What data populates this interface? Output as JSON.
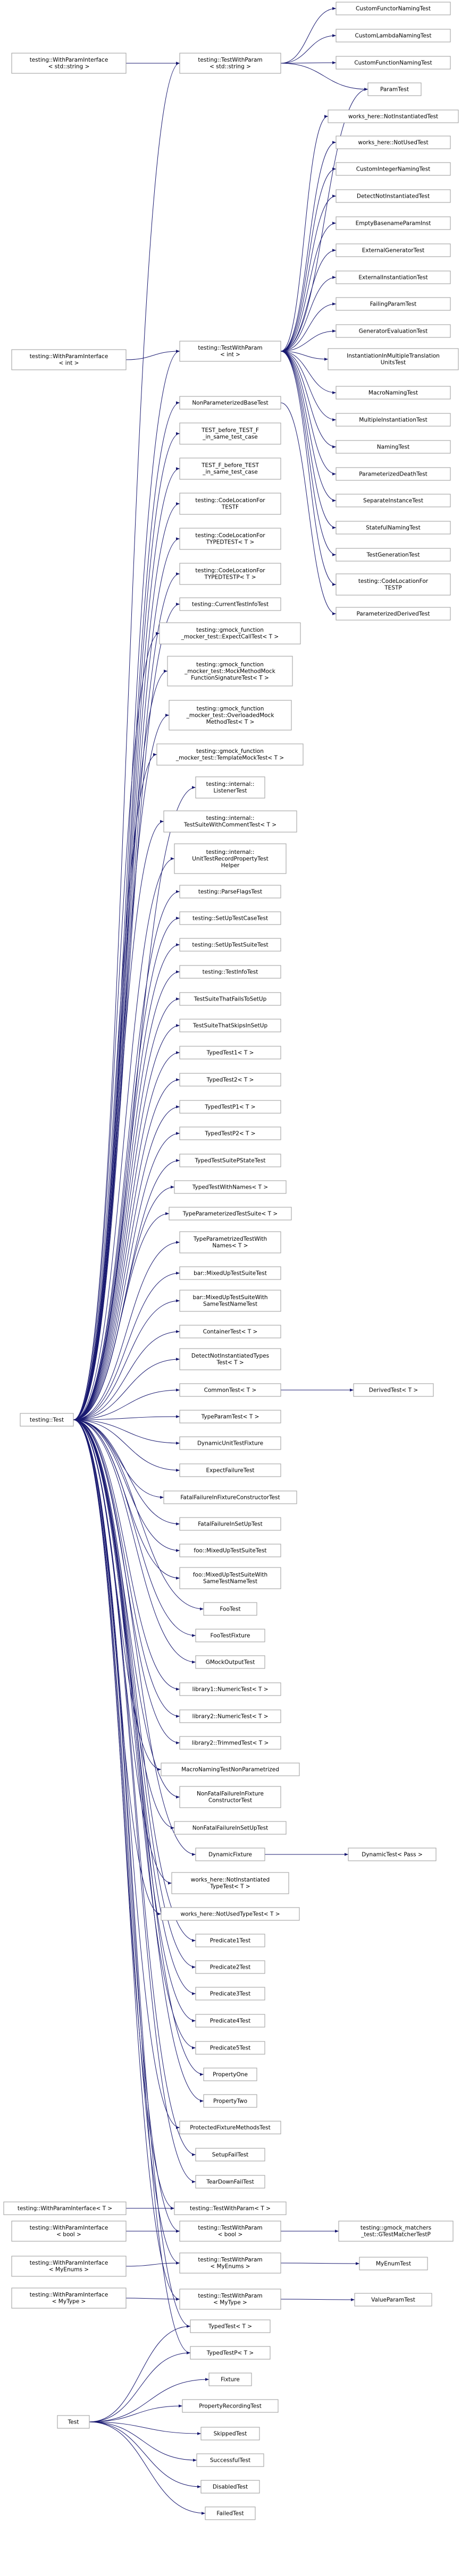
{
  "diagram": {
    "colors": {
      "edge": "#191970",
      "node_border": "#9a9a9a",
      "node_fill": "#ffffff",
      "text": "#000000"
    },
    "nodes": [
      {
        "id": "n0",
        "lines": [
          "testing::WithParamInterface",
          "< std::string >"
        ]
      },
      {
        "id": "n1",
        "lines": [
          "testing::TestWithParam",
          "< std::string >"
        ]
      },
      {
        "id": "n2",
        "lines": [
          "CustomFunctorNamingTest"
        ]
      },
      {
        "id": "n3",
        "lines": [
          "CustomLambdaNamingTest"
        ]
      },
      {
        "id": "n4",
        "lines": [
          "CustomFunctionNamingTest"
        ]
      },
      {
        "id": "n5",
        "lines": [
          "ParamTest"
        ]
      },
      {
        "id": "n6",
        "lines": [
          "works_here::NotInstantiatedTest"
        ]
      },
      {
        "id": "n7",
        "lines": [
          "works_here::NotUsedTest"
        ]
      },
      {
        "id": "n8",
        "lines": [
          "CustomIntegerNamingTest"
        ]
      },
      {
        "id": "n9",
        "lines": [
          "DetectNotInstantiatedTest"
        ]
      },
      {
        "id": "n10",
        "lines": [
          "EmptyBasenameParamInst"
        ]
      },
      {
        "id": "n11",
        "lines": [
          "ExternalGeneratorTest"
        ]
      },
      {
        "id": "n12",
        "lines": [
          "ExternalInstantiationTest"
        ]
      },
      {
        "id": "n13",
        "lines": [
          "FailingParamTest"
        ]
      },
      {
        "id": "n14",
        "lines": [
          "GeneratorEvaluationTest"
        ]
      },
      {
        "id": "n15",
        "lines": [
          "InstantiationInMultipleTranslation",
          "UnitsTest"
        ]
      },
      {
        "id": "n16",
        "lines": [
          "MacroNamingTest"
        ]
      },
      {
        "id": "n17",
        "lines": [
          "MultipleInstantiationTest"
        ]
      },
      {
        "id": "n18",
        "lines": [
          "NamingTest"
        ]
      },
      {
        "id": "n19",
        "lines": [
          "ParameterizedDeathTest"
        ]
      },
      {
        "id": "n20",
        "lines": [
          "SeparateInstanceTest"
        ]
      },
      {
        "id": "n21",
        "lines": [
          "StatefulNamingTest"
        ]
      },
      {
        "id": "n22",
        "lines": [
          "TestGenerationTest"
        ]
      },
      {
        "id": "n23",
        "lines": [
          "testing::CodeLocationFor",
          "TESTP"
        ]
      },
      {
        "id": "n24",
        "lines": [
          "ParameterizedDerivedTest"
        ]
      },
      {
        "id": "n25",
        "lines": [
          "testing::WithParamInterface",
          "< int >"
        ]
      },
      {
        "id": "n26",
        "lines": [
          "testing::TestWithParam",
          "< int >"
        ]
      },
      {
        "id": "n27",
        "lines": [
          "NonParameterizedBaseTest"
        ]
      },
      {
        "id": "n28",
        "lines": [
          "TEST_before_TEST_F",
          "_in_same_test_case"
        ]
      },
      {
        "id": "n29",
        "lines": [
          "TEST_F_before_TEST",
          "_in_same_test_case"
        ]
      },
      {
        "id": "n30",
        "lines": [
          "testing::CodeLocationFor",
          "TESTF"
        ]
      },
      {
        "id": "n31",
        "lines": [
          "testing::CodeLocationFor",
          "TYPEDTEST< T >"
        ]
      },
      {
        "id": "n32",
        "lines": [
          "testing::CodeLocationFor",
          "TYPEDTESTP< T >"
        ]
      },
      {
        "id": "n33",
        "lines": [
          "testing::CurrentTestInfoTest"
        ]
      },
      {
        "id": "n34",
        "lines": [
          "testing::gmock_function",
          "_mocker_test::ExpectCallTest< T >"
        ]
      },
      {
        "id": "n35",
        "lines": [
          "testing::gmock_function",
          "_mocker_test::MockMethodMock",
          "FunctionSignatureTest< T >"
        ]
      },
      {
        "id": "n36",
        "lines": [
          "testing::gmock_function",
          "_mocker_test::OverloadedMock",
          "MethodTest< T >"
        ]
      },
      {
        "id": "n37",
        "lines": [
          "testing::gmock_function",
          "_mocker_test::TemplateMockTest< T >"
        ]
      },
      {
        "id": "n38",
        "lines": [
          "testing::internal::",
          "ListenerTest"
        ]
      },
      {
        "id": "n39",
        "lines": [
          "testing::internal::",
          "TestSuiteWithCommentTest< T >"
        ]
      },
      {
        "id": "n40",
        "lines": [
          "testing::internal::",
          "UnitTestRecordPropertyTest",
          "Helper"
        ]
      },
      {
        "id": "n41",
        "lines": [
          "testing::ParseFlagsTest"
        ]
      },
      {
        "id": "n42",
        "lines": [
          "testing::SetUpTestCaseTest"
        ]
      },
      {
        "id": "n43",
        "lines": [
          "testing::SetUpTestSuiteTest"
        ]
      },
      {
        "id": "n44",
        "lines": [
          "testing::TestInfoTest"
        ]
      },
      {
        "id": "n45",
        "lines": [
          "TestSuiteThatFailsToSetUp"
        ]
      },
      {
        "id": "n46",
        "lines": [
          "TestSuiteThatSkipsInSetUp"
        ]
      },
      {
        "id": "n47",
        "lines": [
          "TypedTest1< T >"
        ]
      },
      {
        "id": "n48",
        "lines": [
          "TypedTest2< T >"
        ]
      },
      {
        "id": "n49",
        "lines": [
          "TypedTestP1< T >"
        ]
      },
      {
        "id": "n50",
        "lines": [
          "TypedTestP2< T >"
        ]
      },
      {
        "id": "n51",
        "lines": [
          "TypedTestSuitePStateTest"
        ]
      },
      {
        "id": "n52",
        "lines": [
          "TypedTestWithNames< T >"
        ]
      },
      {
        "id": "n53",
        "lines": [
          "TypeParameterizedTestSuite< T >"
        ]
      },
      {
        "id": "n54",
        "lines": [
          "TypeParametrizedTestWith",
          "Names< T >"
        ]
      },
      {
        "id": "n55",
        "lines": [
          "bar::MixedUpTestSuiteTest"
        ]
      },
      {
        "id": "n56",
        "lines": [
          "bar::MixedUpTestSuiteWith",
          "SameTestNameTest"
        ]
      },
      {
        "id": "n57",
        "lines": [
          "ContainerTest< T >"
        ]
      },
      {
        "id": "n58",
        "lines": [
          "DetectNotInstantiatedTypes",
          "Test< T >"
        ]
      },
      {
        "id": "n59",
        "lines": [
          "CommonTest< T >"
        ]
      },
      {
        "id": "n60",
        "lines": [
          "DerivedTest< T >"
        ]
      },
      {
        "id": "n61",
        "lines": [
          "TypeParamTest< T >"
        ]
      },
      {
        "id": "n62",
        "lines": [
          "DynamicUnitTestFixture"
        ]
      },
      {
        "id": "n63",
        "lines": [
          "ExpectFailureTest"
        ]
      },
      {
        "id": "n64",
        "lines": [
          "FatalFailureInFixtureConstructorTest"
        ]
      },
      {
        "id": "n65",
        "lines": [
          "FatalFailureInSetUpTest"
        ]
      },
      {
        "id": "n66",
        "lines": [
          "foo::MixedUpTestSuiteTest"
        ]
      },
      {
        "id": "n67",
        "lines": [
          "foo::MixedUpTestSuiteWith",
          "SameTestNameTest"
        ]
      },
      {
        "id": "n68",
        "lines": [
          "FooTest"
        ]
      },
      {
        "id": "n69",
        "lines": [
          "FooTestFixture"
        ]
      },
      {
        "id": "n70",
        "lines": [
          "GMockOutputTest"
        ]
      },
      {
        "id": "n71",
        "lines": [
          "library1::NumericTest< T >"
        ]
      },
      {
        "id": "n72",
        "lines": [
          "library2::NumericTest< T >"
        ]
      },
      {
        "id": "n73",
        "lines": [
          "library2::TrimmedTest< T >"
        ]
      },
      {
        "id": "n74",
        "lines": [
          "MacroNamingTestNonParametrized"
        ]
      },
      {
        "id": "n75",
        "lines": [
          "NonFatalFailureInFixture",
          "ConstructorTest"
        ]
      },
      {
        "id": "n76",
        "lines": [
          "NonFatalFailureInSetUpTest"
        ]
      },
      {
        "id": "n77",
        "lines": [
          "DynamicFixture"
        ]
      },
      {
        "id": "n78",
        "lines": [
          "DynamicTest< Pass >"
        ]
      },
      {
        "id": "n79",
        "lines": [
          "works_here::NotInstantiated",
          "TypeTest< T >"
        ]
      },
      {
        "id": "n80",
        "lines": [
          "works_here::NotUsedTypeTest< T >"
        ]
      },
      {
        "id": "n81",
        "lines": [
          "Predicate1Test"
        ]
      },
      {
        "id": "n82",
        "lines": [
          "Predicate2Test"
        ]
      },
      {
        "id": "n83",
        "lines": [
          "Predicate3Test"
        ]
      },
      {
        "id": "n84",
        "lines": [
          "Predicate4Test"
        ]
      },
      {
        "id": "n85",
        "lines": [
          "Predicate5Test"
        ]
      },
      {
        "id": "n86",
        "lines": [
          "PropertyOne"
        ]
      },
      {
        "id": "n87",
        "lines": [
          "PropertyTwo"
        ]
      },
      {
        "id": "n88",
        "lines": [
          "ProtectedFixtureMethodsTest"
        ]
      },
      {
        "id": "n89",
        "lines": [
          "SetupFailTest"
        ]
      },
      {
        "id": "n90",
        "lines": [
          "TearDownFailTest"
        ]
      },
      {
        "id": "n91",
        "lines": [
          "testing::WithParamInterface< T >"
        ]
      },
      {
        "id": "n92",
        "lines": [
          "testing::TestWithParam< T >"
        ]
      },
      {
        "id": "n93",
        "lines": [
          "testing::WithParamInterface",
          "< bool >"
        ]
      },
      {
        "id": "n94",
        "lines": [
          "testing::TestWithParam",
          "< bool >"
        ]
      },
      {
        "id": "n95",
        "lines": [
          "testing::gmock_matchers",
          "_test::GTestMatcherTestP"
        ]
      },
      {
        "id": "n96",
        "lines": [
          "testing::WithParamInterface",
          "< MyEnums >"
        ]
      },
      {
        "id": "n97",
        "lines": [
          "testing::TestWithParam",
          "< MyEnums >"
        ]
      },
      {
        "id": "n98",
        "lines": [
          "MyEnumTest"
        ]
      },
      {
        "id": "n99",
        "lines": [
          "testing::WithParamInterface",
          "< MyType >"
        ]
      },
      {
        "id": "n100",
        "lines": [
          "testing::TestWithParam",
          "< MyType >"
        ]
      },
      {
        "id": "n101",
        "lines": [
          "ValueParamTest"
        ]
      },
      {
        "id": "n102",
        "lines": [
          "TypedTest< T >"
        ]
      },
      {
        "id": "n103",
        "lines": [
          "TypedTestP< T >"
        ]
      },
      {
        "id": "n104",
        "lines": [
          "Fixture"
        ]
      },
      {
        "id": "n105",
        "lines": [
          "PropertyRecordingTest"
        ]
      },
      {
        "id": "n106",
        "lines": [
          "SkippedTest"
        ]
      },
      {
        "id": "n107",
        "lines": [
          "SuccessfulTest"
        ]
      },
      {
        "id": "n108",
        "lines": [
          "DisabledTest"
        ]
      },
      {
        "id": "n109",
        "lines": [
          "FailedTest"
        ]
      },
      {
        "id": "n110",
        "lines": [
          "testing::Test"
        ]
      },
      {
        "id": "n111",
        "lines": [
          "Test"
        ]
      }
    ],
    "edges": [
      [
        "n0",
        "n1"
      ],
      [
        "n1",
        "n2"
      ],
      [
        "n1",
        "n3"
      ],
      [
        "n1",
        "n4"
      ],
      [
        "n1",
        "n5"
      ],
      [
        "n25",
        "n26"
      ],
      [
        "n26",
        "n5"
      ],
      [
        "n26",
        "n6"
      ],
      [
        "n26",
        "n7"
      ],
      [
        "n26",
        "n8"
      ],
      [
        "n26",
        "n9"
      ],
      [
        "n26",
        "n10"
      ],
      [
        "n26",
        "n11"
      ],
      [
        "n26",
        "n12"
      ],
      [
        "n26",
        "n13"
      ],
      [
        "n26",
        "n14"
      ],
      [
        "n26",
        "n15"
      ],
      [
        "n26",
        "n16"
      ],
      [
        "n26",
        "n17"
      ],
      [
        "n26",
        "n18"
      ],
      [
        "n26",
        "n19"
      ],
      [
        "n26",
        "n20"
      ],
      [
        "n26",
        "n21"
      ],
      [
        "n26",
        "n22"
      ],
      [
        "n26",
        "n23"
      ],
      [
        "n27",
        "n24"
      ],
      [
        "n110",
        "n26"
      ],
      [
        "n110",
        "n27"
      ],
      [
        "n110",
        "n28"
      ],
      [
        "n110",
        "n29"
      ],
      [
        "n110",
        "n30"
      ],
      [
        "n110",
        "n31"
      ],
      [
        "n110",
        "n32"
      ],
      [
        "n110",
        "n33"
      ],
      [
        "n110",
        "n34"
      ],
      [
        "n110",
        "n35"
      ],
      [
        "n110",
        "n36"
      ],
      [
        "n110",
        "n37"
      ],
      [
        "n110",
        "n38"
      ],
      [
        "n110",
        "n39"
      ],
      [
        "n110",
        "n40"
      ],
      [
        "n110",
        "n41"
      ],
      [
        "n110",
        "n42"
      ],
      [
        "n110",
        "n43"
      ],
      [
        "n110",
        "n44"
      ],
      [
        "n110",
        "n45"
      ],
      [
        "n110",
        "n46"
      ],
      [
        "n110",
        "n47"
      ],
      [
        "n110",
        "n48"
      ],
      [
        "n110",
        "n49"
      ],
      [
        "n110",
        "n50"
      ],
      [
        "n110",
        "n51"
      ],
      [
        "n110",
        "n52"
      ],
      [
        "n110",
        "n53"
      ],
      [
        "n110",
        "n54"
      ],
      [
        "n110",
        "n55"
      ],
      [
        "n110",
        "n56"
      ],
      [
        "n110",
        "n57"
      ],
      [
        "n110",
        "n58"
      ],
      [
        "n110",
        "n59"
      ],
      [
        "n59",
        "n60"
      ],
      [
        "n110",
        "n61"
      ],
      [
        "n110",
        "n62"
      ],
      [
        "n110",
        "n63"
      ],
      [
        "n110",
        "n64"
      ],
      [
        "n110",
        "n65"
      ],
      [
        "n110",
        "n66"
      ],
      [
        "n110",
        "n67"
      ],
      [
        "n110",
        "n68"
      ],
      [
        "n110",
        "n69"
      ],
      [
        "n110",
        "n70"
      ],
      [
        "n110",
        "n71"
      ],
      [
        "n110",
        "n72"
      ],
      [
        "n110",
        "n73"
      ],
      [
        "n110",
        "n74"
      ],
      [
        "n110",
        "n75"
      ],
      [
        "n110",
        "n76"
      ],
      [
        "n110",
        "n77"
      ],
      [
        "n77",
        "n78"
      ],
      [
        "n110",
        "n79"
      ],
      [
        "n110",
        "n80"
      ],
      [
        "n110",
        "n81"
      ],
      [
        "n110",
        "n82"
      ],
      [
        "n110",
        "n83"
      ],
      [
        "n110",
        "n84"
      ],
      [
        "n110",
        "n85"
      ],
      [
        "n110",
        "n86"
      ],
      [
        "n110",
        "n87"
      ],
      [
        "n110",
        "n88"
      ],
      [
        "n110",
        "n89"
      ],
      [
        "n110",
        "n90"
      ],
      [
        "n110",
        "n92"
      ],
      [
        "n110",
        "n94"
      ],
      [
        "n110",
        "n97"
      ],
      [
        "n110",
        "n100"
      ],
      [
        "n110",
        "n102"
      ],
      [
        "n110",
        "n103"
      ],
      [
        "n110",
        "n1"
      ],
      [
        "n91",
        "n92"
      ],
      [
        "n93",
        "n94"
      ],
      [
        "n94",
        "n95"
      ],
      [
        "n96",
        "n97"
      ],
      [
        "n97",
        "n98"
      ],
      [
        "n99",
        "n100"
      ],
      [
        "n100",
        "n101"
      ],
      [
        "n111",
        "n102"
      ],
      [
        "n111",
        "n103"
      ],
      [
        "n111",
        "n104"
      ],
      [
        "n111",
        "n105"
      ],
      [
        "n111",
        "n106"
      ],
      [
        "n111",
        "n107"
      ],
      [
        "n111",
        "n108"
      ],
      [
        "n111",
        "n109"
      ]
    ]
  }
}
